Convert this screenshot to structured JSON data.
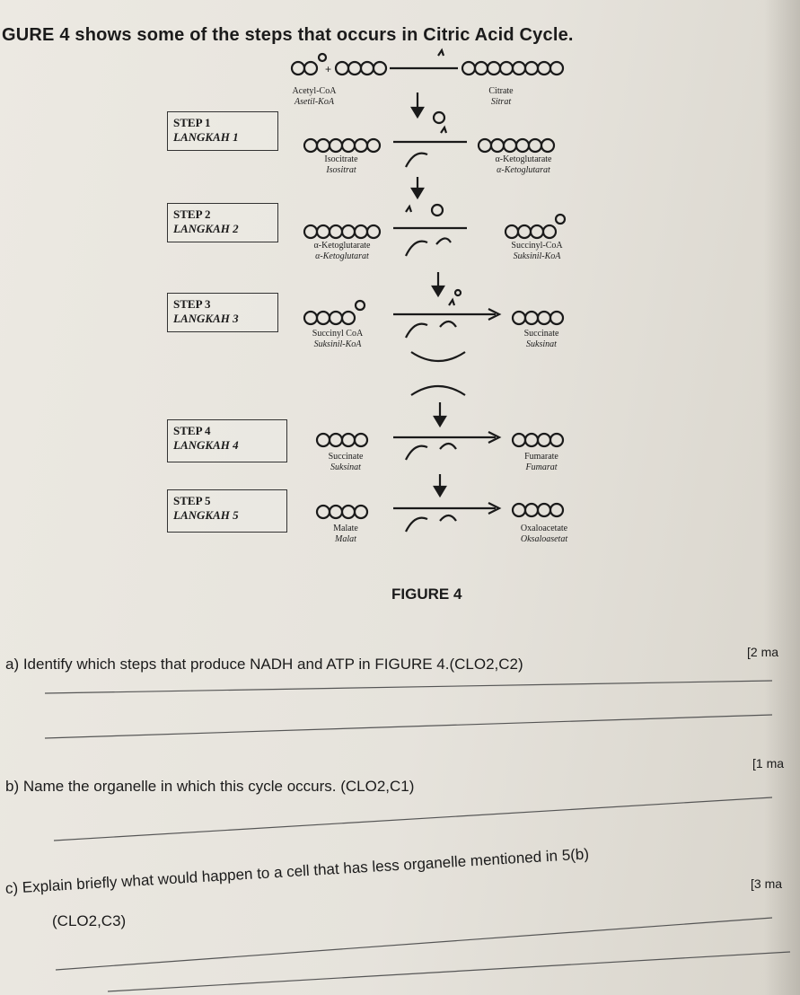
{
  "header": "GURE 4 shows some of the steps that occurs in Citric Acid Cycle.",
  "figure": {
    "caption": "FIGURE 4",
    "top_labels": {
      "left_en": "Acetyl-CoA",
      "left_my": "Asetil-KoA",
      "right_en": "Citrate",
      "right_my": "Sitrat"
    },
    "steps": [
      {
        "title": "STEP 1",
        "subtitle": "LANGKAH 1",
        "left_en": "Isocitrate",
        "left_my": "Isositrat",
        "right_en": "α-Ketoglutarate",
        "right_my": "α-Ketoglutarat"
      },
      {
        "title": "STEP 2",
        "subtitle": "LANGKAH 2",
        "left_en": "α-Ketoglutarate",
        "left_my": "α-Ketoglutarat",
        "right_en": "Succinyl-CoA",
        "right_my": "Suksinil-KoA"
      },
      {
        "title": "STEP 3",
        "subtitle": "LANGKAH 3",
        "left_en": "Succinyl CoA",
        "left_my": "Suksinil-KoA",
        "right_en": "Succinate",
        "right_my": "Suksinat"
      },
      {
        "title": "STEP 4",
        "subtitle": "LANGKAH 4",
        "left_en": "Succinate",
        "left_my": "Suksinat",
        "right_en": "Fumarate",
        "right_my": "Fumarat"
      },
      {
        "title": "STEP 5",
        "subtitle": "LANGKAH 5",
        "left_en": "Malate",
        "left_my": "Malat",
        "right_en": "Oxaloacetate",
        "right_my": "Oksaloasetat"
      }
    ]
  },
  "questions": [
    {
      "text": "a)  Identify which steps that produce NADH and ATP in FIGURE 4.(CLO2,C2)",
      "marks": "[2 ma"
    },
    {
      "text": "b)  Name the organelle in which this cycle occurs. (CLO2,C1)",
      "marks": "[1 ma"
    },
    {
      "text": "c)  Explain briefly what would happen to a cell that has less organelle mentioned in 5(b)",
      "marks": "[3 ma",
      "text2": "(CLO2,C3)"
    }
  ]
}
